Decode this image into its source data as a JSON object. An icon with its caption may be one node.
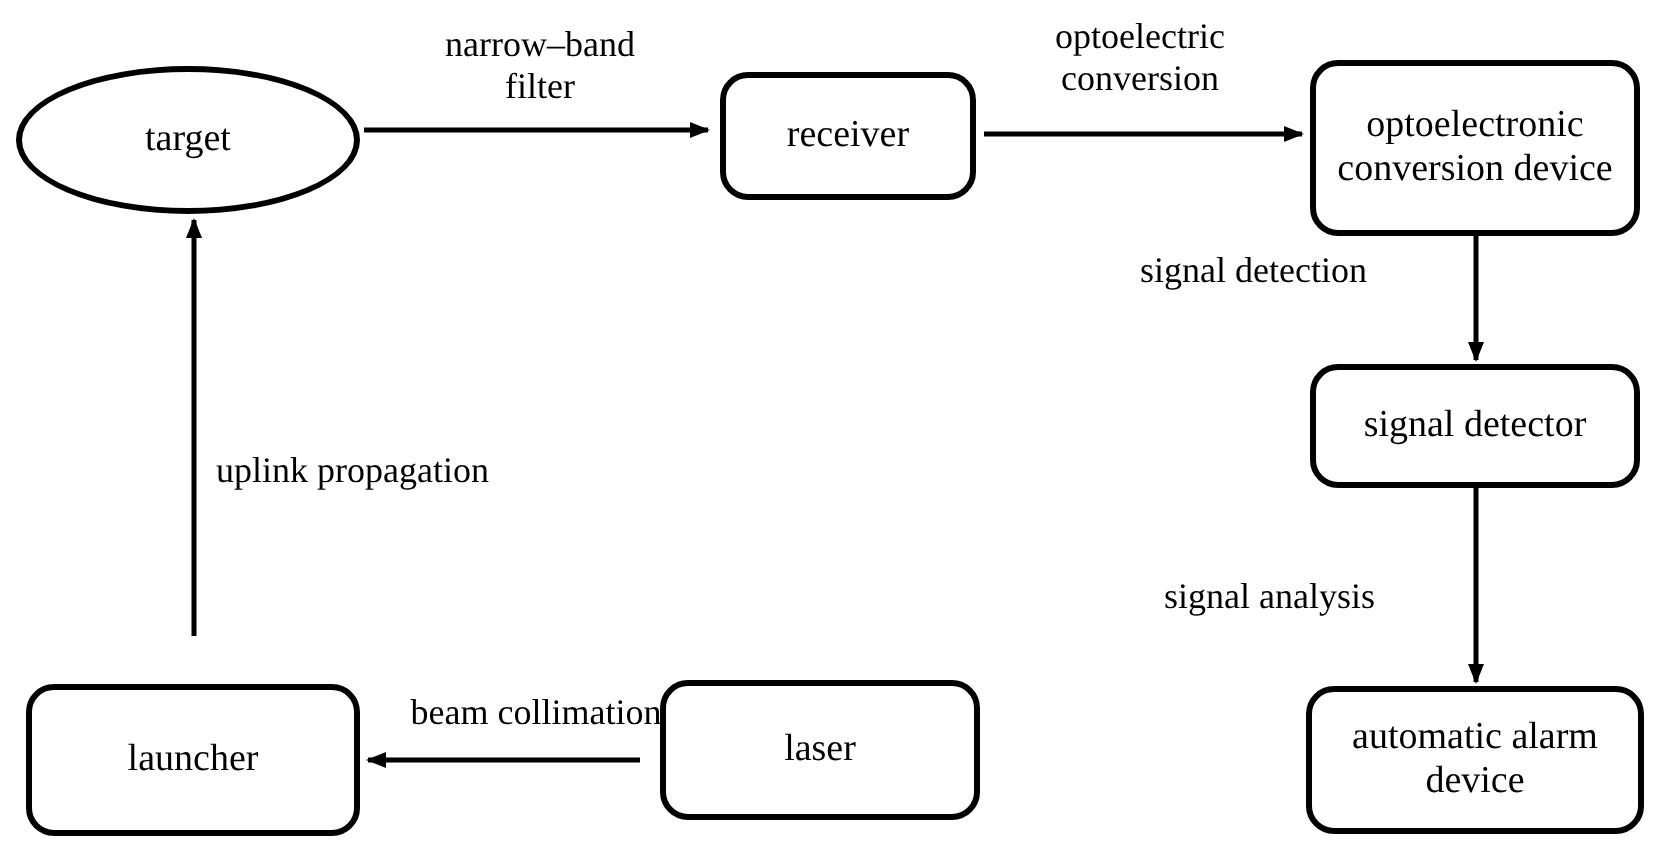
{
  "diagram": {
    "nodes": [
      {
        "text": [
          "target"
        ]
      },
      {
        "text": [
          "receiver"
        ]
      },
      {
        "text": [
          "optoelectronic conversion device"
        ]
      },
      {
        "text": [
          "signal detector"
        ]
      },
      {
        "text": [
          "automatic alarm device"
        ]
      },
      {
        "text": [
          "launcher"
        ]
      },
      {
        "text": [
          "laser"
        ]
      }
    ],
    "edges": [
      {
        "from": 0,
        "to": 1,
        "arrow": "to",
        "label": "narrow–band filter"
      },
      {
        "from": 1,
        "to": 2,
        "arrow": "to",
        "label": "optoelectric conversion"
      },
      {
        "from": 2,
        "to": 3,
        "arrow": "to",
        "label": "signal detection"
      },
      {
        "from": 3,
        "to": 4,
        "arrow": "to",
        "label": "signal analysis"
      },
      {
        "from": 6,
        "to": 5,
        "arrow": "to",
        "label": "beam collimation"
      },
      {
        "from": 5,
        "to": 0,
        "arrow": "to",
        "label": "uplink propagation"
      }
    ]
  }
}
